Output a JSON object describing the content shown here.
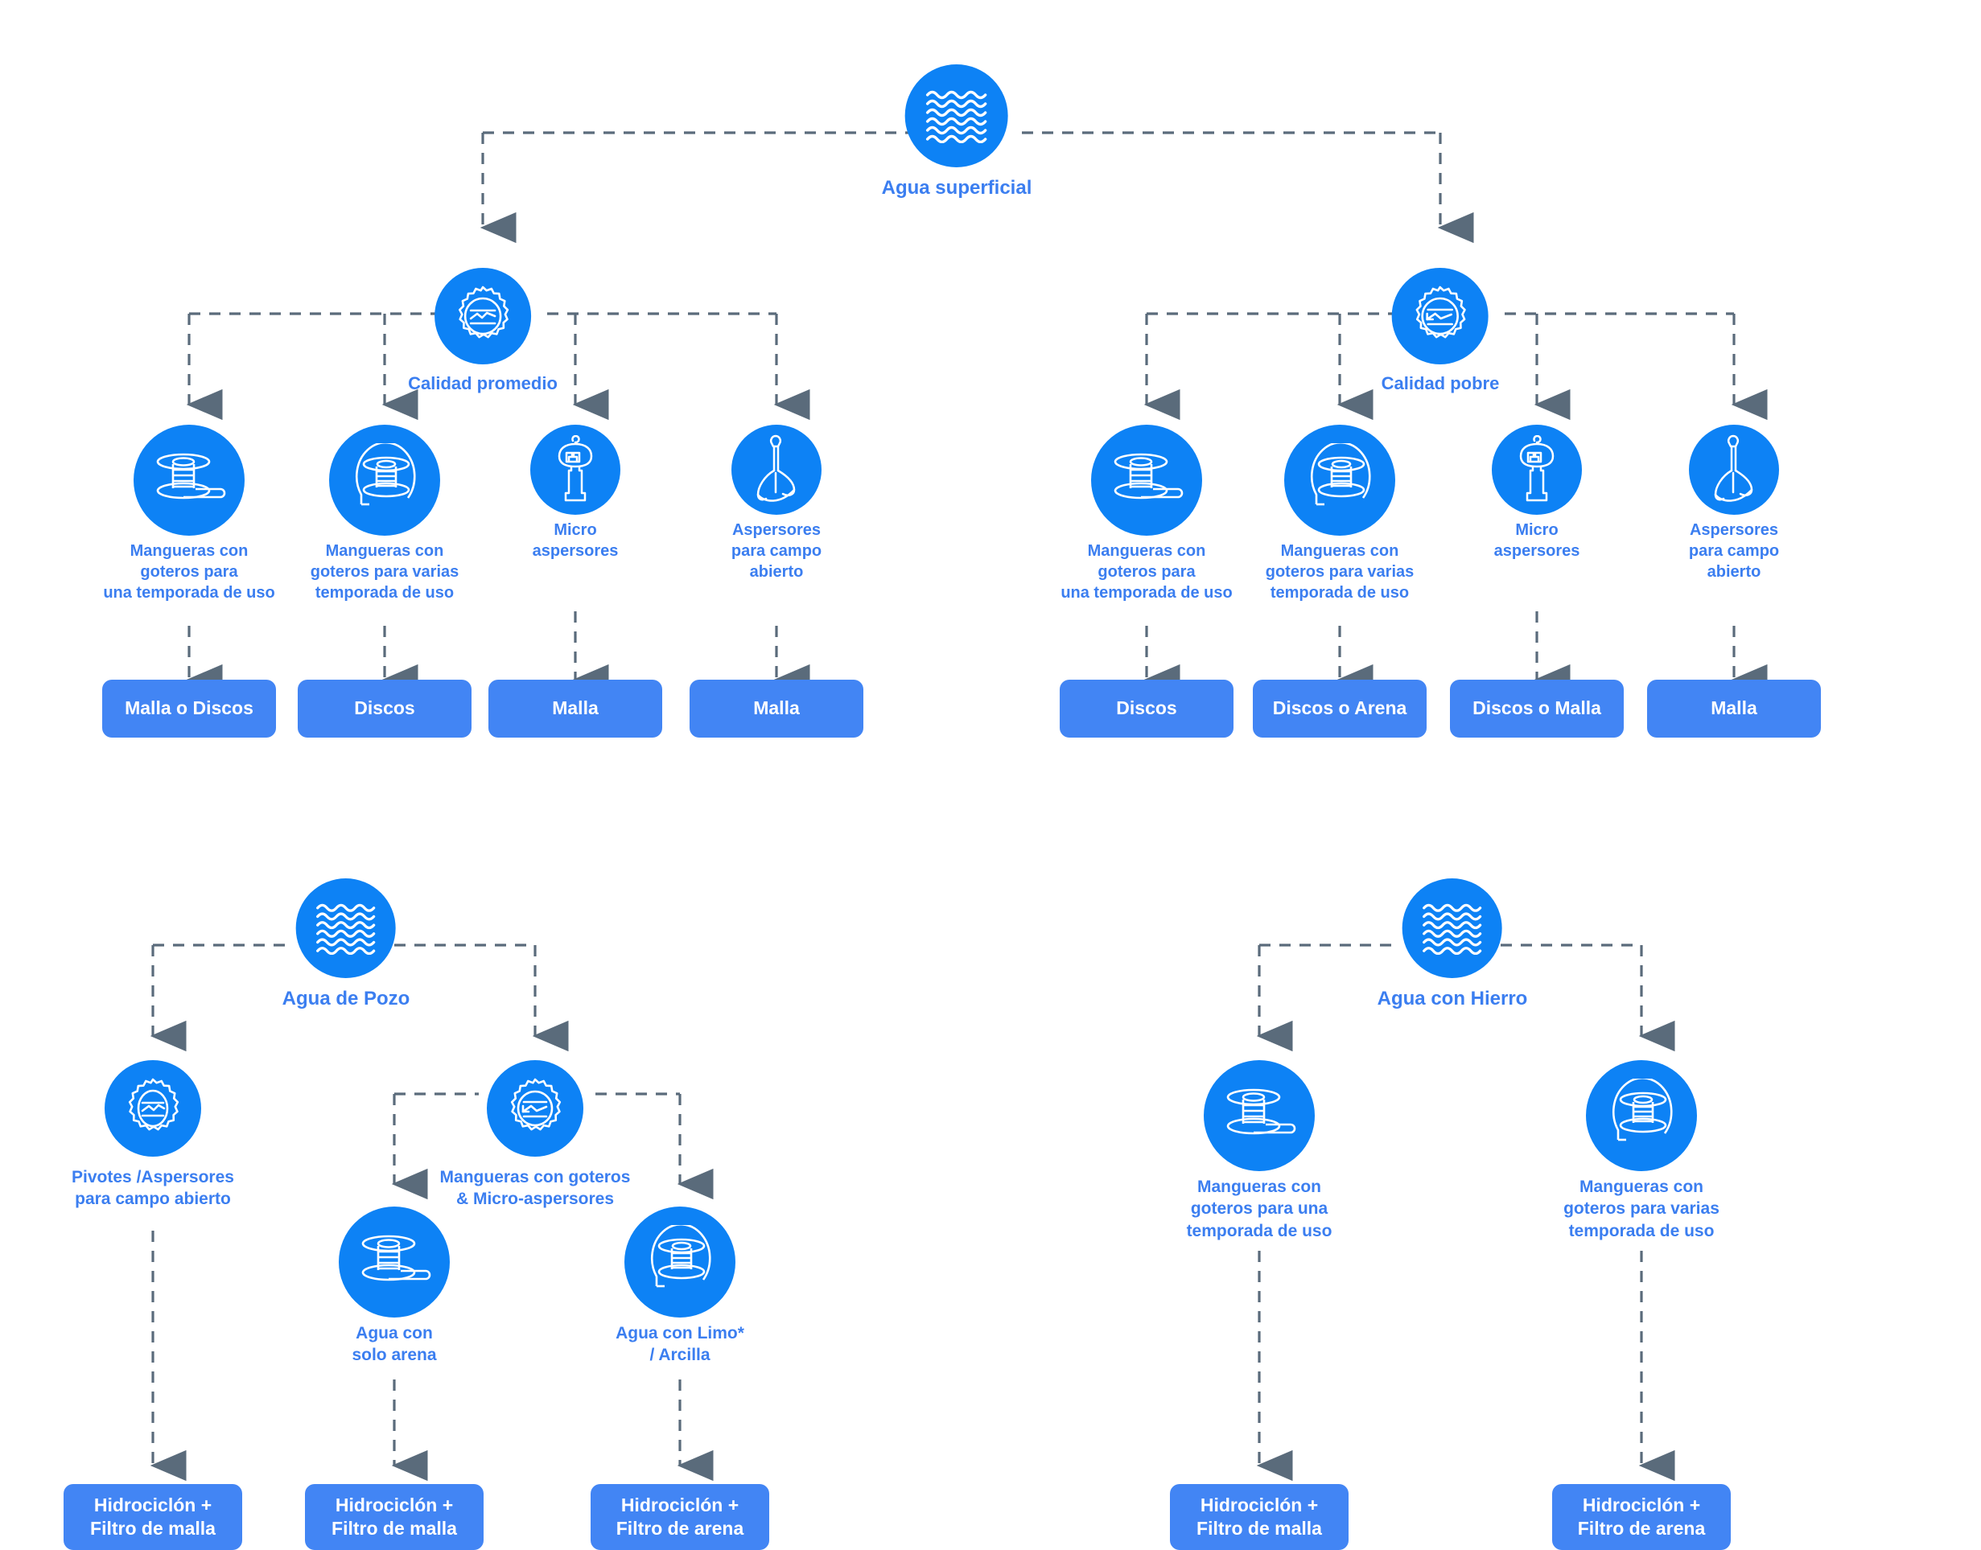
{
  "diagram": {
    "title_color": "#3b7ef0",
    "circle_color": "#0d82f5",
    "chip_color": "#4285f4",
    "wire_color": "#5a6b7b",
    "sections": [
      {
        "id": "agua-superficial",
        "root": {
          "label": "Agua superficial",
          "icon": "water-waves-icon"
        },
        "branches": [
          {
            "id": "calidad-promedio",
            "label": "Calidad promedio",
            "icon": "quality-badge-average-icon",
            "leaves": [
              {
                "label": "Mangueras con\ngoteros para\nuna temporada de uso",
                "icon": "hose-reel-single-season-icon",
                "result": "Malla o Discos"
              },
              {
                "label": "Mangueras con\ngoteros para varias\ntemporada de uso",
                "icon": "hose-reel-multi-season-icon",
                "result": "Discos"
              },
              {
                "label": "Micro\naspersores",
                "icon": "micro-sprinkler-icon",
                "result": "Malla"
              },
              {
                "label": "Aspersores\npara campo\nabierto",
                "icon": "field-sprinkler-icon",
                "result": "Malla"
              }
            ]
          },
          {
            "id": "calidad-pobre",
            "label": "Calidad pobre",
            "icon": "quality-badge-poor-icon",
            "leaves": [
              {
                "label": "Mangueras con\ngoteros para\nuna temporada de uso",
                "icon": "hose-reel-single-season-icon",
                "result": "Discos"
              },
              {
                "label": "Mangueras con\ngoteros para varias\ntemporada de uso",
                "icon": "hose-reel-multi-season-icon",
                "result": "Discos o Arena"
              },
              {
                "label": "Micro\naspersores",
                "icon": "micro-sprinkler-icon",
                "result": "Discos o Malla"
              },
              {
                "label": "Aspersores\npara campo\nabierto",
                "icon": "field-sprinkler-icon",
                "result": "Malla"
              }
            ]
          }
        ]
      },
      {
        "id": "agua-de-pozo",
        "root": {
          "label": "Agua de Pozo",
          "icon": "water-waves-icon"
        },
        "branches": [
          {
            "id": "pivotes-aspersores",
            "label": "Pivotes /Aspersores\npara campo abierto",
            "icon": "quality-badge-average-icon",
            "result": "Hidrociclón +\nFiltro de malla"
          },
          {
            "id": "mangueras-micro",
            "label": "Mangueras con goteros\n& Micro-aspersores",
            "icon": "quality-badge-poor-icon",
            "leaves": [
              {
                "label": "Agua con\nsolo arena",
                "icon": "hose-reel-single-season-icon",
                "result": "Hidrociclón +\nFiltro de malla"
              },
              {
                "label": "Agua con Limo*\n/ Arcilla",
                "icon": "hose-reel-multi-season-icon",
                "result": "Hidrociclón +\nFiltro de arena"
              }
            ]
          }
        ]
      },
      {
        "id": "agua-con-hierro",
        "root": {
          "label": "Agua con Hierro",
          "icon": "water-waves-icon"
        },
        "branches": [
          {
            "id": "hierro-una-temporada",
            "label": "Mangueras con\ngoteros para una\ntemporada de uso",
            "icon": "hose-reel-single-season-icon",
            "result": "Hidrociclón +\nFiltro de malla"
          },
          {
            "id": "hierro-varias-temporadas",
            "label": "Mangueras con\ngoteros para varias\ntemporada de uso",
            "icon": "hose-reel-multi-season-icon",
            "result": "Hidrociclón +\nFiltro de arena"
          }
        ]
      }
    ]
  },
  "s1": {
    "root": "Agua superficial",
    "b1": {
      "label": "Calidad promedio"
    },
    "b2": {
      "label": "Calidad pobre"
    },
    "l1": {
      "label": "Mangueras con\ngoteros para\nuna temporada de uso",
      "chip": "Malla o Discos"
    },
    "l2": {
      "label": "Mangueras con\ngoteros para varias\ntemporada de uso",
      "chip": "Discos"
    },
    "l3": {
      "label": "Micro\naspersores",
      "chip": "Malla"
    },
    "l4": {
      "label": "Aspersores\npara campo\nabierto",
      "chip": "Malla"
    },
    "r1": {
      "label": "Mangueras con\ngoteros para\nuna temporada de uso",
      "chip": "Discos"
    },
    "r2": {
      "label": "Mangueras con\ngoteros para varias\ntemporada de uso",
      "chip": "Discos o Arena"
    },
    "r3": {
      "label": "Micro\naspersores",
      "chip": "Discos o Malla"
    },
    "r4": {
      "label": "Aspersores\npara campo\nabierto",
      "chip": "Malla"
    }
  },
  "s2": {
    "root": "Agua de Pozo",
    "p1": {
      "label": "Pivotes /Aspersores\npara campo abierto",
      "chip": "Hidrociclón +\nFiltro de malla"
    },
    "p2": {
      "label": "Mangueras con goteros\n& Micro-aspersores"
    },
    "p2a": {
      "label": "Agua con\nsolo arena",
      "chip": "Hidrociclón +\nFiltro de malla"
    },
    "p2b": {
      "label": "Agua con Limo*\n/ Arcilla",
      "chip": "Hidrociclón +\nFiltro de arena"
    }
  },
  "s3": {
    "root": "Agua con Hierro",
    "h1": {
      "label": "Mangueras con\ngoteros para una\ntemporada de uso",
      "chip": "Hidrociclón +\nFiltro de malla"
    },
    "h2": {
      "label": "Mangueras con\ngoteros para varias\ntemporada de uso",
      "chip": "Hidrociclón +\nFiltro de arena"
    }
  }
}
